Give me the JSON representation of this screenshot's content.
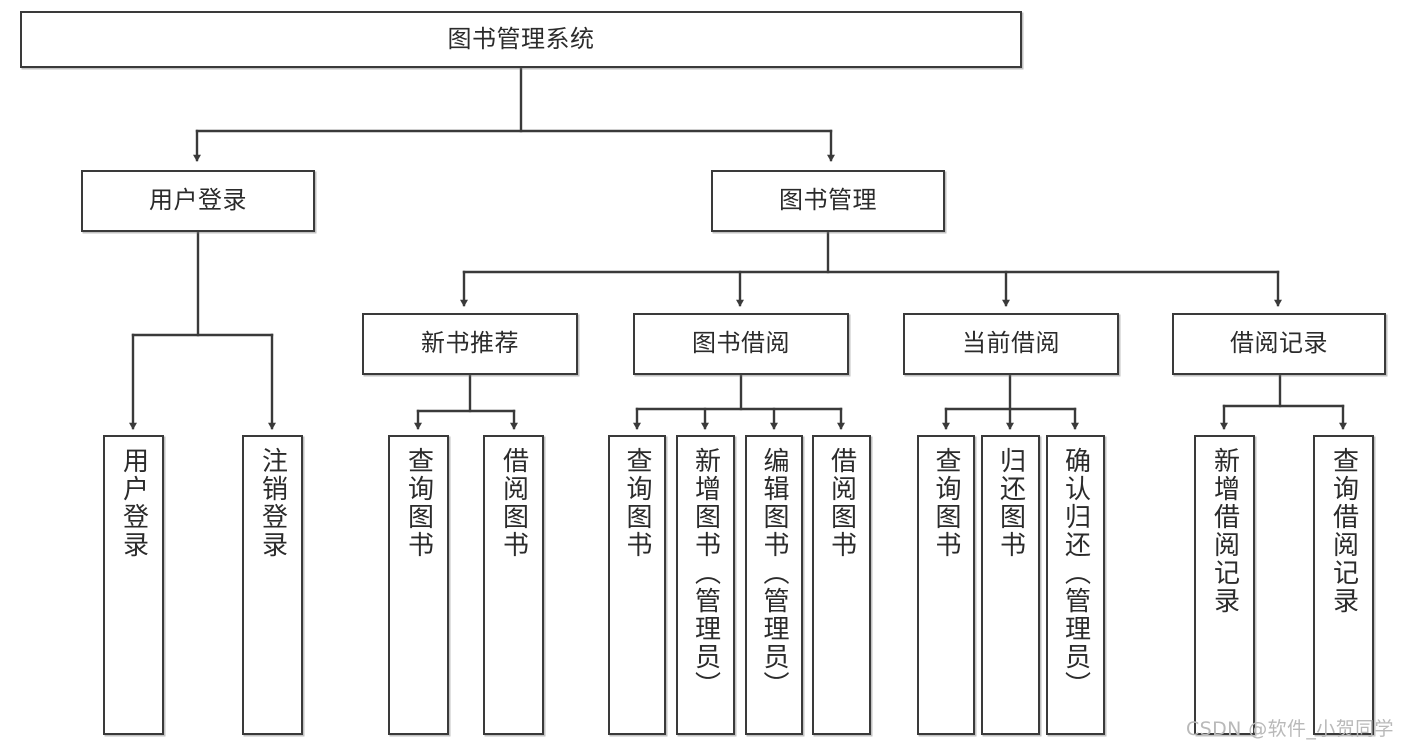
{
  "title": "图书管理系统",
  "watermark": "CSDN @软件_小贺同学",
  "diagram": {
    "type": "tree",
    "orientation": "top-down",
    "root": "图书管理系统",
    "nodes": {
      "root": {
        "label": "图书管理系统",
        "level": 0,
        "text_direction": "horizontal"
      },
      "login": {
        "label": "用户登录",
        "level": 1,
        "text_direction": "horizontal"
      },
      "bookmgmt": {
        "label": "图书管理",
        "level": 1,
        "text_direction": "horizontal"
      },
      "newbook": {
        "label": "新书推荐",
        "level": 2,
        "text_direction": "horizontal"
      },
      "borrow": {
        "label": "图书借阅",
        "level": 2,
        "text_direction": "horizontal"
      },
      "current": {
        "label": "当前借阅",
        "level": 2,
        "text_direction": "horizontal"
      },
      "record": {
        "label": "借阅记录",
        "level": 2,
        "text_direction": "horizontal"
      },
      "leaf1": {
        "label": "用户登录",
        "level": 3,
        "text_direction": "vertical"
      },
      "leaf2": {
        "label": "注销登录",
        "level": 3,
        "text_direction": "vertical"
      },
      "leaf3": {
        "label": "查询图书",
        "level": 3,
        "text_direction": "vertical"
      },
      "leaf4": {
        "label": "借阅图书",
        "level": 3,
        "text_direction": "vertical"
      },
      "leaf5": {
        "label": "查询图书",
        "level": 3,
        "text_direction": "vertical"
      },
      "leaf6": {
        "label": "新增图书（管理员）",
        "level": 3,
        "text_direction": "vertical"
      },
      "leaf7": {
        "label": "编辑图书（管理员）",
        "level": 3,
        "text_direction": "vertical"
      },
      "leaf8": {
        "label": "借阅图书",
        "level": 3,
        "text_direction": "vertical"
      },
      "leaf9": {
        "label": "查询图书",
        "level": 3,
        "text_direction": "vertical"
      },
      "leaf10": {
        "label": "归还图书",
        "level": 3,
        "text_direction": "vertical"
      },
      "leaf11": {
        "label": "确认归还（管理员）",
        "level": 3,
        "text_direction": "vertical"
      },
      "leaf12": {
        "label": "新增借阅记录",
        "level": 3,
        "text_direction": "vertical"
      },
      "leaf13": {
        "label": "查询借阅记录",
        "level": 3,
        "text_direction": "vertical"
      }
    },
    "edges": [
      {
        "from": "root",
        "to": "login"
      },
      {
        "from": "root",
        "to": "bookmgmt"
      },
      {
        "from": "login",
        "to": "leaf1"
      },
      {
        "from": "login",
        "to": "leaf2"
      },
      {
        "from": "bookmgmt",
        "to": "newbook"
      },
      {
        "from": "bookmgmt",
        "to": "borrow"
      },
      {
        "from": "bookmgmt",
        "to": "current"
      },
      {
        "from": "bookmgmt",
        "to": "record"
      },
      {
        "from": "newbook",
        "to": "leaf3"
      },
      {
        "from": "newbook",
        "to": "leaf4"
      },
      {
        "from": "borrow",
        "to": "leaf5"
      },
      {
        "from": "borrow",
        "to": "leaf6"
      },
      {
        "from": "borrow",
        "to": "leaf7"
      },
      {
        "from": "borrow",
        "to": "leaf8"
      },
      {
        "from": "current",
        "to": "leaf9"
      },
      {
        "from": "current",
        "to": "leaf10"
      },
      {
        "from": "current",
        "to": "leaf11"
      },
      {
        "from": "record",
        "to": "leaf12"
      },
      {
        "from": "record",
        "to": "leaf13"
      }
    ],
    "colors": {
      "stroke": "#3a3a3a",
      "fill": "#ffffff",
      "text": "#2b2b2b",
      "watermark": "#b9b9b9"
    }
  }
}
